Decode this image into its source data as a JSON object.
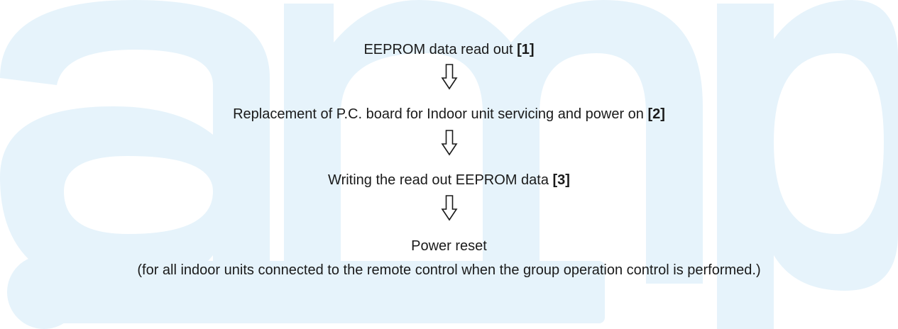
{
  "colors": {
    "watermark": "#e6f3fb",
    "text": "#1a1a1a",
    "arrow": "#1a1a1a"
  },
  "watermark": {
    "icon": "amp-logo-watermark",
    "text": "amp"
  },
  "flow": {
    "steps": [
      {
        "text": "EEPROM data read out ",
        "ref": "[1]"
      },
      {
        "text": "Replacement of P.C. board for Indoor unit servicing and power on ",
        "ref": "[2]"
      },
      {
        "text": "Writing the read out EEPROM data ",
        "ref": "[3]"
      },
      {
        "text": "Power reset",
        "ref": ""
      }
    ],
    "note": "(for all indoor units connected to the remote control when the group operation control is performed.)",
    "arrow_icon": "down-outline-arrow-icon"
  }
}
